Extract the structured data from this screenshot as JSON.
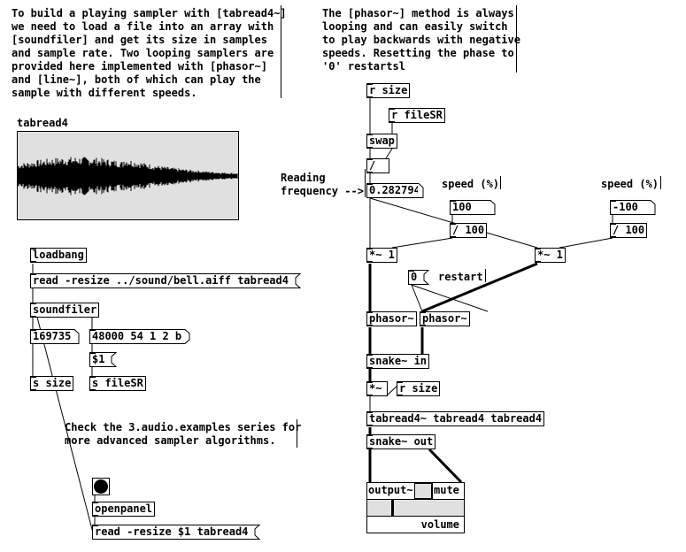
{
  "comments": {
    "intro": "To build a playing sampler with [tabread4~]\nwe need to load a file into an array with\n[soundfiler] and get its size in samples\nand sample rate. Two looping samplers are\nprovided here implemented with [phasor~]\nand [line~], both of which can play the\nsample with different speeds.",
    "phasor_note": "The [phasor~] method is always\nlooping and can easily switch\nto play backwards with negative\nspeeds. Resetting the phase to\n'0' restartsl",
    "see_also": "Check the 3.audio.examples series for\nmore advanced sampler algorithms.",
    "reading_freq": "Reading\nfrequency -->",
    "speed_left": "speed (%)",
    "speed_right": "speed (%)",
    "restart": "restart"
  },
  "array": {
    "name": "tabread4"
  },
  "objects": {
    "loadbang": "loadbang",
    "soundfiler": "soundfiler",
    "s_size": "s size",
    "s_fileSR": "s fileSR",
    "openpanel": "openpanel",
    "r_size": "r size",
    "r_fileSR": "r fileSR",
    "swap": "swap",
    "div": "/",
    "mul_left": "*~ 1",
    "mul_right": "*~ 1",
    "div100_left": "/ 100",
    "div100_right": "/ 100",
    "phasor_left": "phasor~",
    "phasor_right": "phasor~",
    "snake_in": "snake~ in",
    "mul_tilde": "*~",
    "r_size2": "r size",
    "tabread": "tabread4~ tabread4 tabread4",
    "snake_out": "snake~ out"
  },
  "messages": {
    "read_bell": "read -resize ../sound/bell.aiff tabread4",
    "list_info": "48000 54 1 2 b",
    "dollar1": "$1",
    "zero": "0",
    "read_dollar": "read -resize $1 tabread4"
  },
  "numbers": {
    "size_value": "169735",
    "frequency": "0.282794",
    "speed_left": "100",
    "speed_right": "-100"
  },
  "output": {
    "label": "output~",
    "mute": "mute",
    "volume": "volume"
  }
}
